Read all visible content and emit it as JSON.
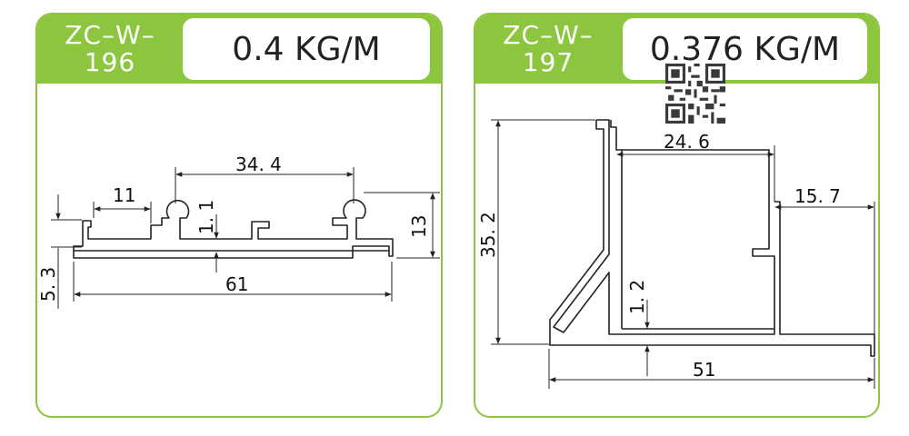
{
  "cards": [
    {
      "code_line1": "ZC–W–",
      "code_line2": "196",
      "weight": "0.4 KG/M",
      "dims": {
        "top_span": "34. 4",
        "slot": "11",
        "thickness": "1. 1",
        "height": "13",
        "base": "5. 3",
        "width": "61"
      }
    },
    {
      "code_line1": "ZC–W–",
      "code_line2": "197",
      "weight": "0.376 KG/M",
      "dims": {
        "height": "35. 2",
        "inner_width": "24. 6",
        "right_width": "15. 7",
        "thickness": "1. 2",
        "width": "51"
      }
    }
  ],
  "colors": {
    "accent": "#8cc63f",
    "line": "#222222"
  },
  "icons": [
    "qr-code-icon"
  ]
}
